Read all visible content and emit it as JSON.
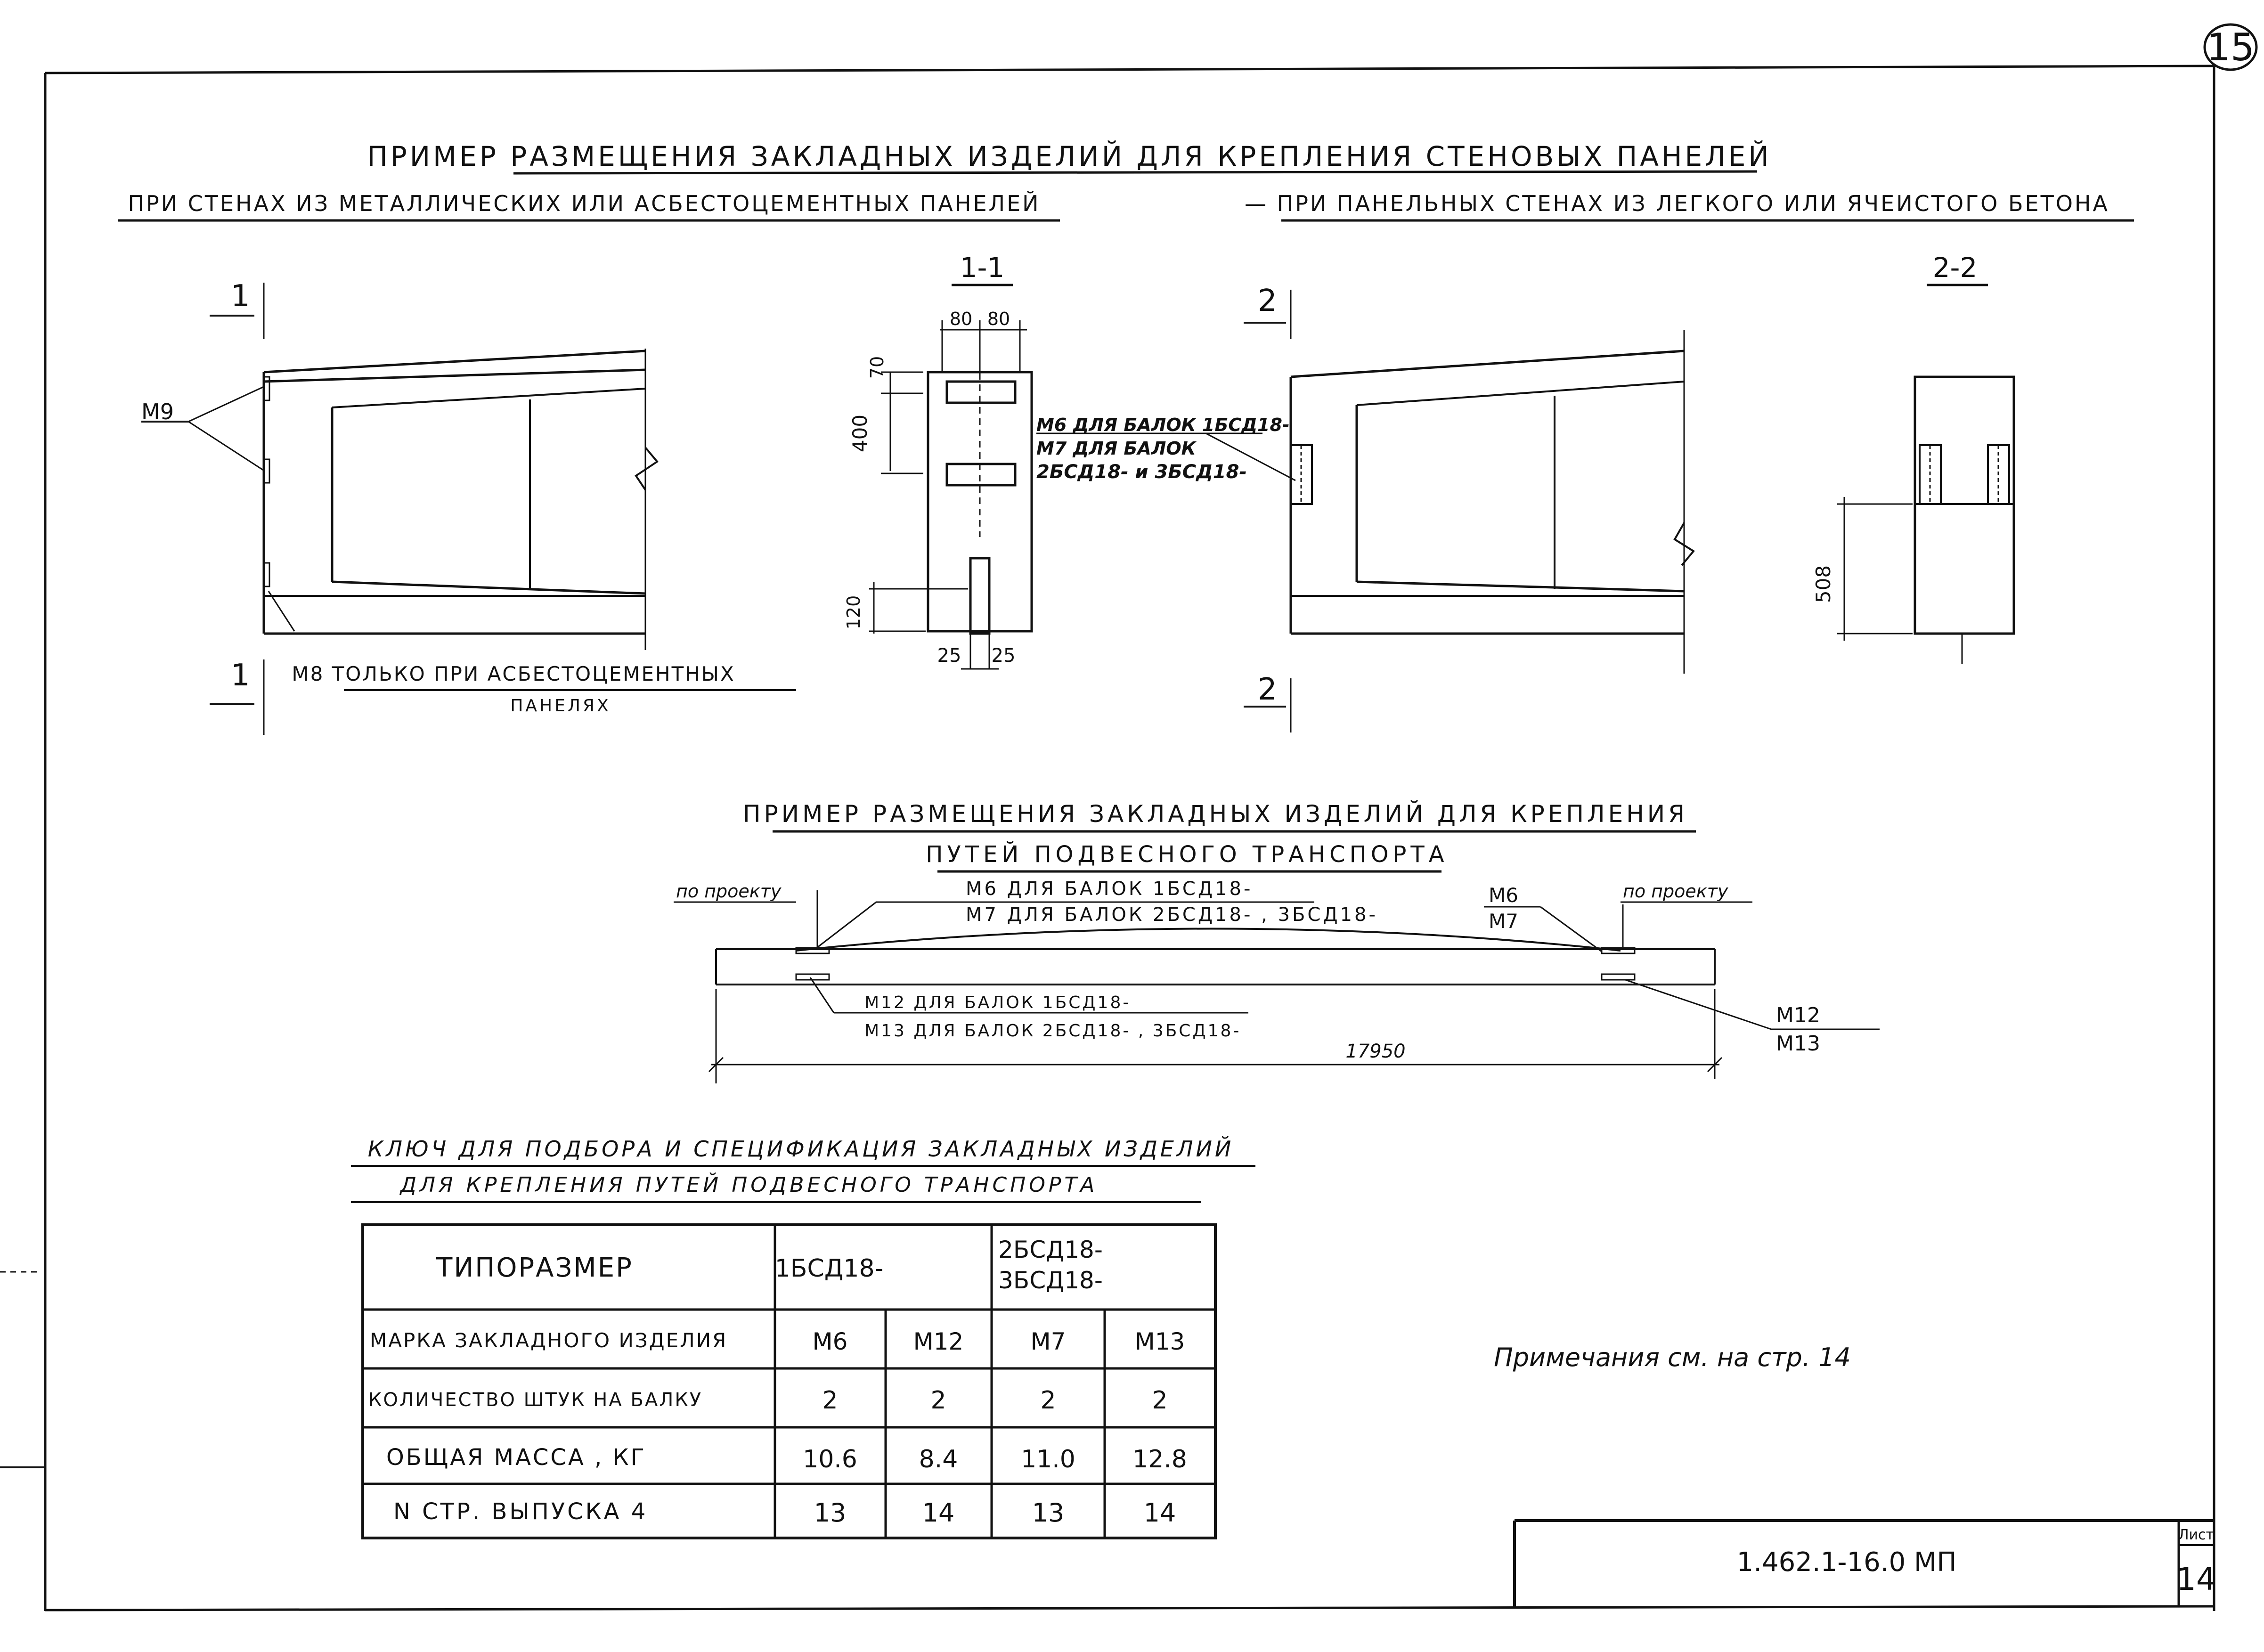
{
  "page_number": "15",
  "sheet_label": "Лист",
  "sheet_number": "14",
  "document_code": "1.462.1-16.0 МП",
  "notes_ref": "Примечания см. на стр. 14",
  "section1": {
    "title": "ПРИМЕР РАЗМЕЩЕНИЯ ЗАКЛАДНЫХ ИЗДЕЛИЙ ДЛЯ КРЕПЛЕНИЯ СТЕНОВЫХ ПАНЕЛЕЙ",
    "left_subtitle": "ПРИ СТЕНАХ ИЗ МЕТАЛЛИЧЕСКИХ ИЛИ АСБЕСТОЦЕМЕНТНЫХ ПАНЕЛЕЙ",
    "right_subtitle": "— ПРИ ПАНЕЛЬНЫХ СТЕНАХ ИЗ ЛЕГКОГО ИЛИ ЯЧЕИСТОГО БЕТОНА",
    "cut1_mark": "1",
    "section_1_1": "1-1",
    "section_2_2": "2-2",
    "cut2_mark": "2",
    "label_m9": "М9",
    "label_m8": "М8 ТОЛЬКО ПРИ АСБЕСТОЦЕМЕНТНЫХ",
    "label_m8_2": "ПАНЕЛЯХ",
    "callout_1": "М6 ДЛЯ БАЛОК 1БСД18-",
    "callout_2": "М7 ДЛЯ БАЛОК",
    "callout_3": "2БСД18- и 3БСД18-",
    "dims": {
      "d80a": "80",
      "d80b": "80",
      "d70": "70",
      "d400": "400",
      "d120": "120",
      "d25a": "25",
      "d25b": "25",
      "d508": "508"
    }
  },
  "section2": {
    "title_1": "ПРИМЕР РАЗМЕЩЕНИЯ ЗАКЛАДНЫХ ИЗДЕЛИЙ ДЛЯ КРЕПЛЕНИЯ",
    "title_2": "ПУТЕЙ ПОДВЕСНОГО ТРАНСПОРТА",
    "by_project_left": "по проекту",
    "by_project_right": "по проекту",
    "top_label_1": "М6 ДЛЯ БАЛОК 1БСД18-",
    "top_label_2": "М7 ДЛЯ БАЛОК 2БСД18- , 3БСД18-",
    "right_top_1": "М6",
    "right_top_2": "М7",
    "bottom_label_1": "М12 ДЛЯ БАЛОК 1БСД18-",
    "bottom_label_2": "М13 ДЛЯ БАЛОК 2БСД18- , 3БСД18-",
    "right_bottom_1": "М12",
    "right_bottom_2": "М13",
    "span": "17950"
  },
  "key": {
    "title_1": "КЛЮЧ ДЛЯ ПОДБОРА И СПЕЦИФИКАЦИЯ ЗАКЛАДНЫХ ИЗДЕЛИЙ",
    "title_2": "ДЛЯ КРЕПЛЕНИЯ ПУТЕЙ ПОДВЕСНОГО ТРАНСПОРТА",
    "header_label": "ТИПОРАЗМЕР",
    "type_a": "1БСД18-",
    "type_b_1": "2БСД18-",
    "type_b_2": "3БСД18-",
    "rows": [
      {
        "label": "МАРКА ЗАКЛАДНОГО ИЗДЕЛИЯ",
        "values": [
          "М6",
          "М12",
          "М7",
          "М13"
        ]
      },
      {
        "label": "КОЛИЧЕСТВО ШТУК НА БАЛКУ",
        "values": [
          "2",
          "2",
          "2",
          "2"
        ]
      },
      {
        "label": "ОБЩАЯ МАССА , КГ",
        "values": [
          "10.6",
          "8.4",
          "11.0",
          "12.8"
        ]
      },
      {
        "label": "N СТР. ВЫПУСКА 4",
        "values": [
          "13",
          "14",
          "13",
          "14"
        ]
      }
    ]
  }
}
